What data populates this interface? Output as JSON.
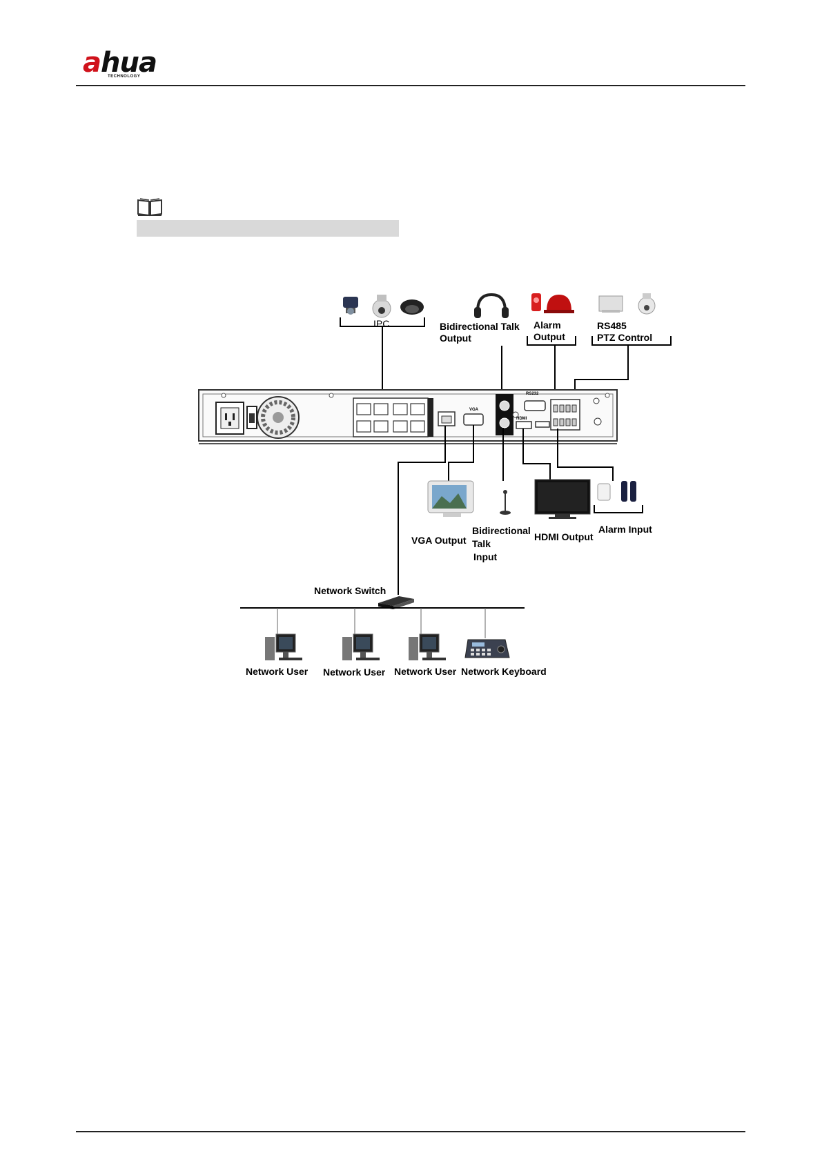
{
  "header": {
    "logo_text_a": "a",
    "logo_text_rest": "hua",
    "logo_sub": "TECHNOLOGY"
  },
  "diagram": {
    "labels": {
      "ipc": "IPC",
      "bidi_talk_output_1": "Bidirectional Talk",
      "bidi_talk_output_2": "Output",
      "alarm_output_1": "Alarm",
      "alarm_output_2": "Output",
      "rs485": "RS485",
      "ptz_control": "PTZ Control",
      "rs232": "RS232",
      "vga_port": "VGA",
      "hdmi_port": "HDMI",
      "vga_output": "VGA Output",
      "bidi_talk_input_1": "Bidirectional",
      "bidi_talk_input_2": "Talk",
      "bidi_talk_input_3": "Input",
      "hdmi_output": "HDMI Output",
      "alarm_input": "Alarm Input",
      "network_switch": "Network Switch",
      "network_user_1": "Network User",
      "network_user_2": "Network User",
      "network_user_3": "Network User",
      "network_keyboard": "Network Keyboard"
    }
  },
  "colors": {
    "brand_red": "#d0121b",
    "alarm_red": "#d81e1e",
    "note_bar": "#d9d9d9"
  }
}
